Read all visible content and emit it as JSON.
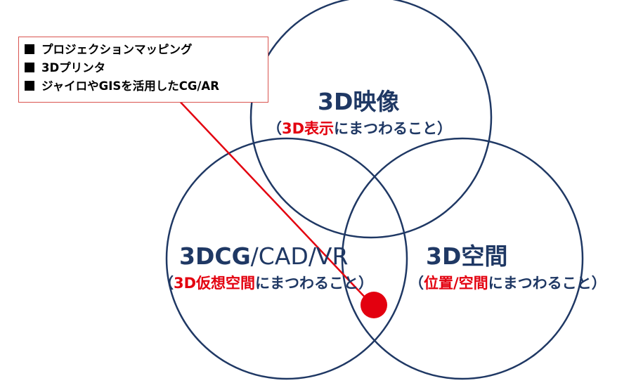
{
  "callout": {
    "items": [
      "プロジェクションマッピング",
      "3Dプリンタ",
      "ジャイロやGISを活用したCG/AR"
    ]
  },
  "circles": {
    "top": {
      "title": "3D映像",
      "sub_open": "（",
      "sub_highlight": "3D表示",
      "sub_rest": "にまつわること）"
    },
    "left": {
      "title_bold": "3DCG",
      "title_thin": "/CAD/VR",
      "sub_open": "（",
      "sub_highlight": "3D仮想空間",
      "sub_rest": "にまつわること）"
    },
    "right": {
      "title": "3D空間",
      "sub_open": "（",
      "sub_highlight": "位置/空間",
      "sub_rest": "にまつわること）"
    }
  },
  "colors": {
    "circle_stroke": "#1f3864",
    "highlight": "#e3000f",
    "callout_border": "#d9534f",
    "marker": "#e3000f"
  }
}
